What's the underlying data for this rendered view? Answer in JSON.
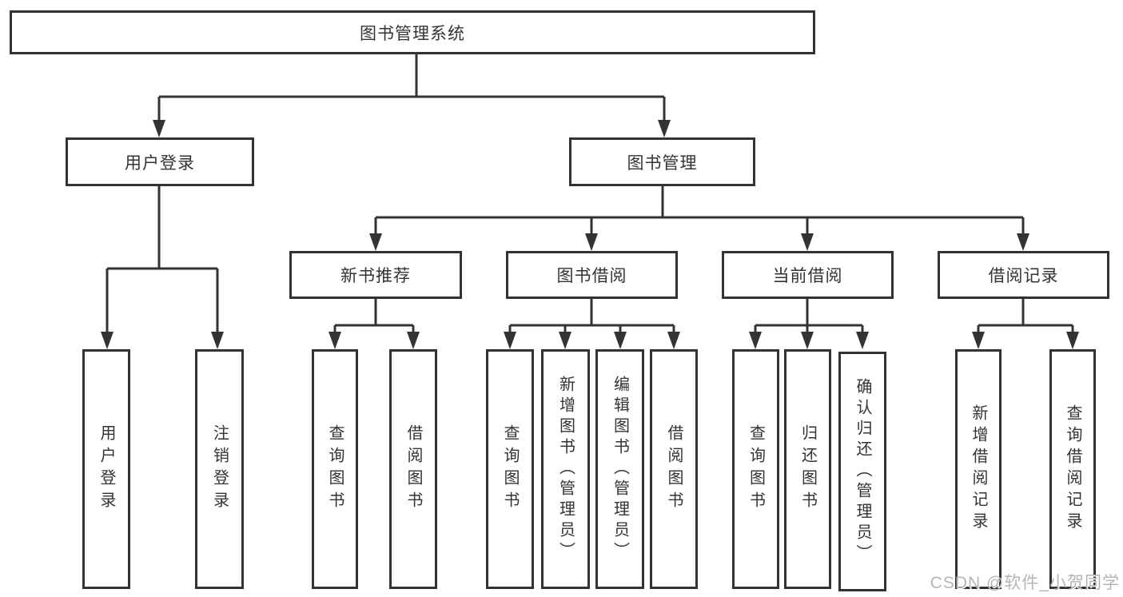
{
  "diagram": {
    "root": {
      "label": "图书管理系统",
      "children": [
        {
          "label": "用户登录",
          "children": [
            {
              "label": "用户登录"
            },
            {
              "label": "注销登录"
            }
          ]
        },
        {
          "label": "图书管理",
          "children": [
            {
              "label": "新书推荐",
              "children": [
                {
                  "label": "查询图书"
                },
                {
                  "label": "借阅图书"
                }
              ]
            },
            {
              "label": "图书借阅",
              "children": [
                {
                  "label": "查询图书"
                },
                {
                  "label": "新增图书（管理员）"
                },
                {
                  "label": "编辑图书（管理员）"
                },
                {
                  "label": "借阅图书"
                }
              ]
            },
            {
              "label": "当前借阅",
              "children": [
                {
                  "label": "查询图书"
                },
                {
                  "label": "归还图书"
                },
                {
                  "label": "确认归还（管理员）"
                }
              ]
            },
            {
              "label": "借阅记录",
              "children": [
                {
                  "label": "新增借阅记录"
                },
                {
                  "label": "查询借阅记录"
                }
              ]
            }
          ]
        }
      ]
    }
  },
  "watermark": "CSDN @软件_小贺同学",
  "colors": {
    "line": "#333333",
    "text": "#333333",
    "background": "#ffffff",
    "watermark": "#b5b5b5"
  }
}
